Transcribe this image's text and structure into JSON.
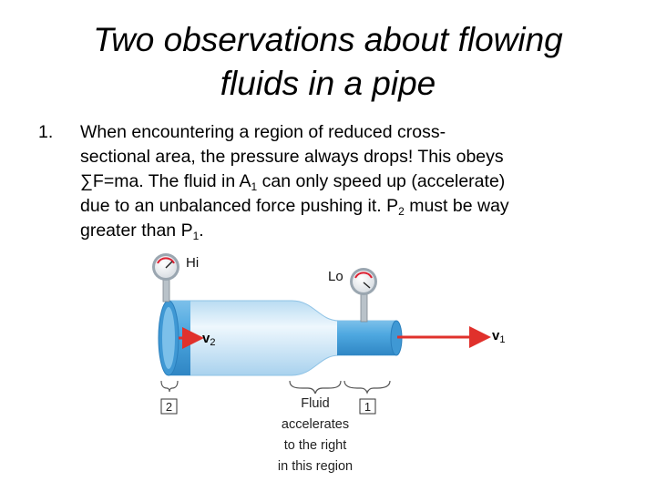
{
  "title": {
    "line1": "Two observations about flowing",
    "line2": "fluids in a pipe"
  },
  "item": {
    "number": "1.",
    "line1": "When encountering a region of reduced cross-",
    "line2": "sectional area, the pressure always drops!  This obeys",
    "line3_a": "∑F=ma. The fluid in A",
    "line3_sub": "1",
    "line3_b": " can only speed up (accelerate)",
    "line4_a": "due to an unbalanced force pushing it. P",
    "line4_sub": "2",
    "line4_b": " must be way",
    "line5_a": "greater than P",
    "line5_sub": "1",
    "line5_b": "."
  },
  "diagram": {
    "gauge_hi_label": "Hi",
    "gauge_lo_label": "Lo",
    "v2_symbol": "v",
    "v2_sub": "2",
    "v1_symbol": "v",
    "v1_sub": "1",
    "region2_label": "2",
    "region1_label": "1",
    "caption_line1": "Fluid",
    "caption_line2": "accelerates",
    "caption_line3": "to the right",
    "caption_line4": "in this region",
    "colors": {
      "pipe_light": "#dcedf8",
      "pipe_blue": "#4ea8e0",
      "arrow_red": "#e0312c"
    }
  }
}
